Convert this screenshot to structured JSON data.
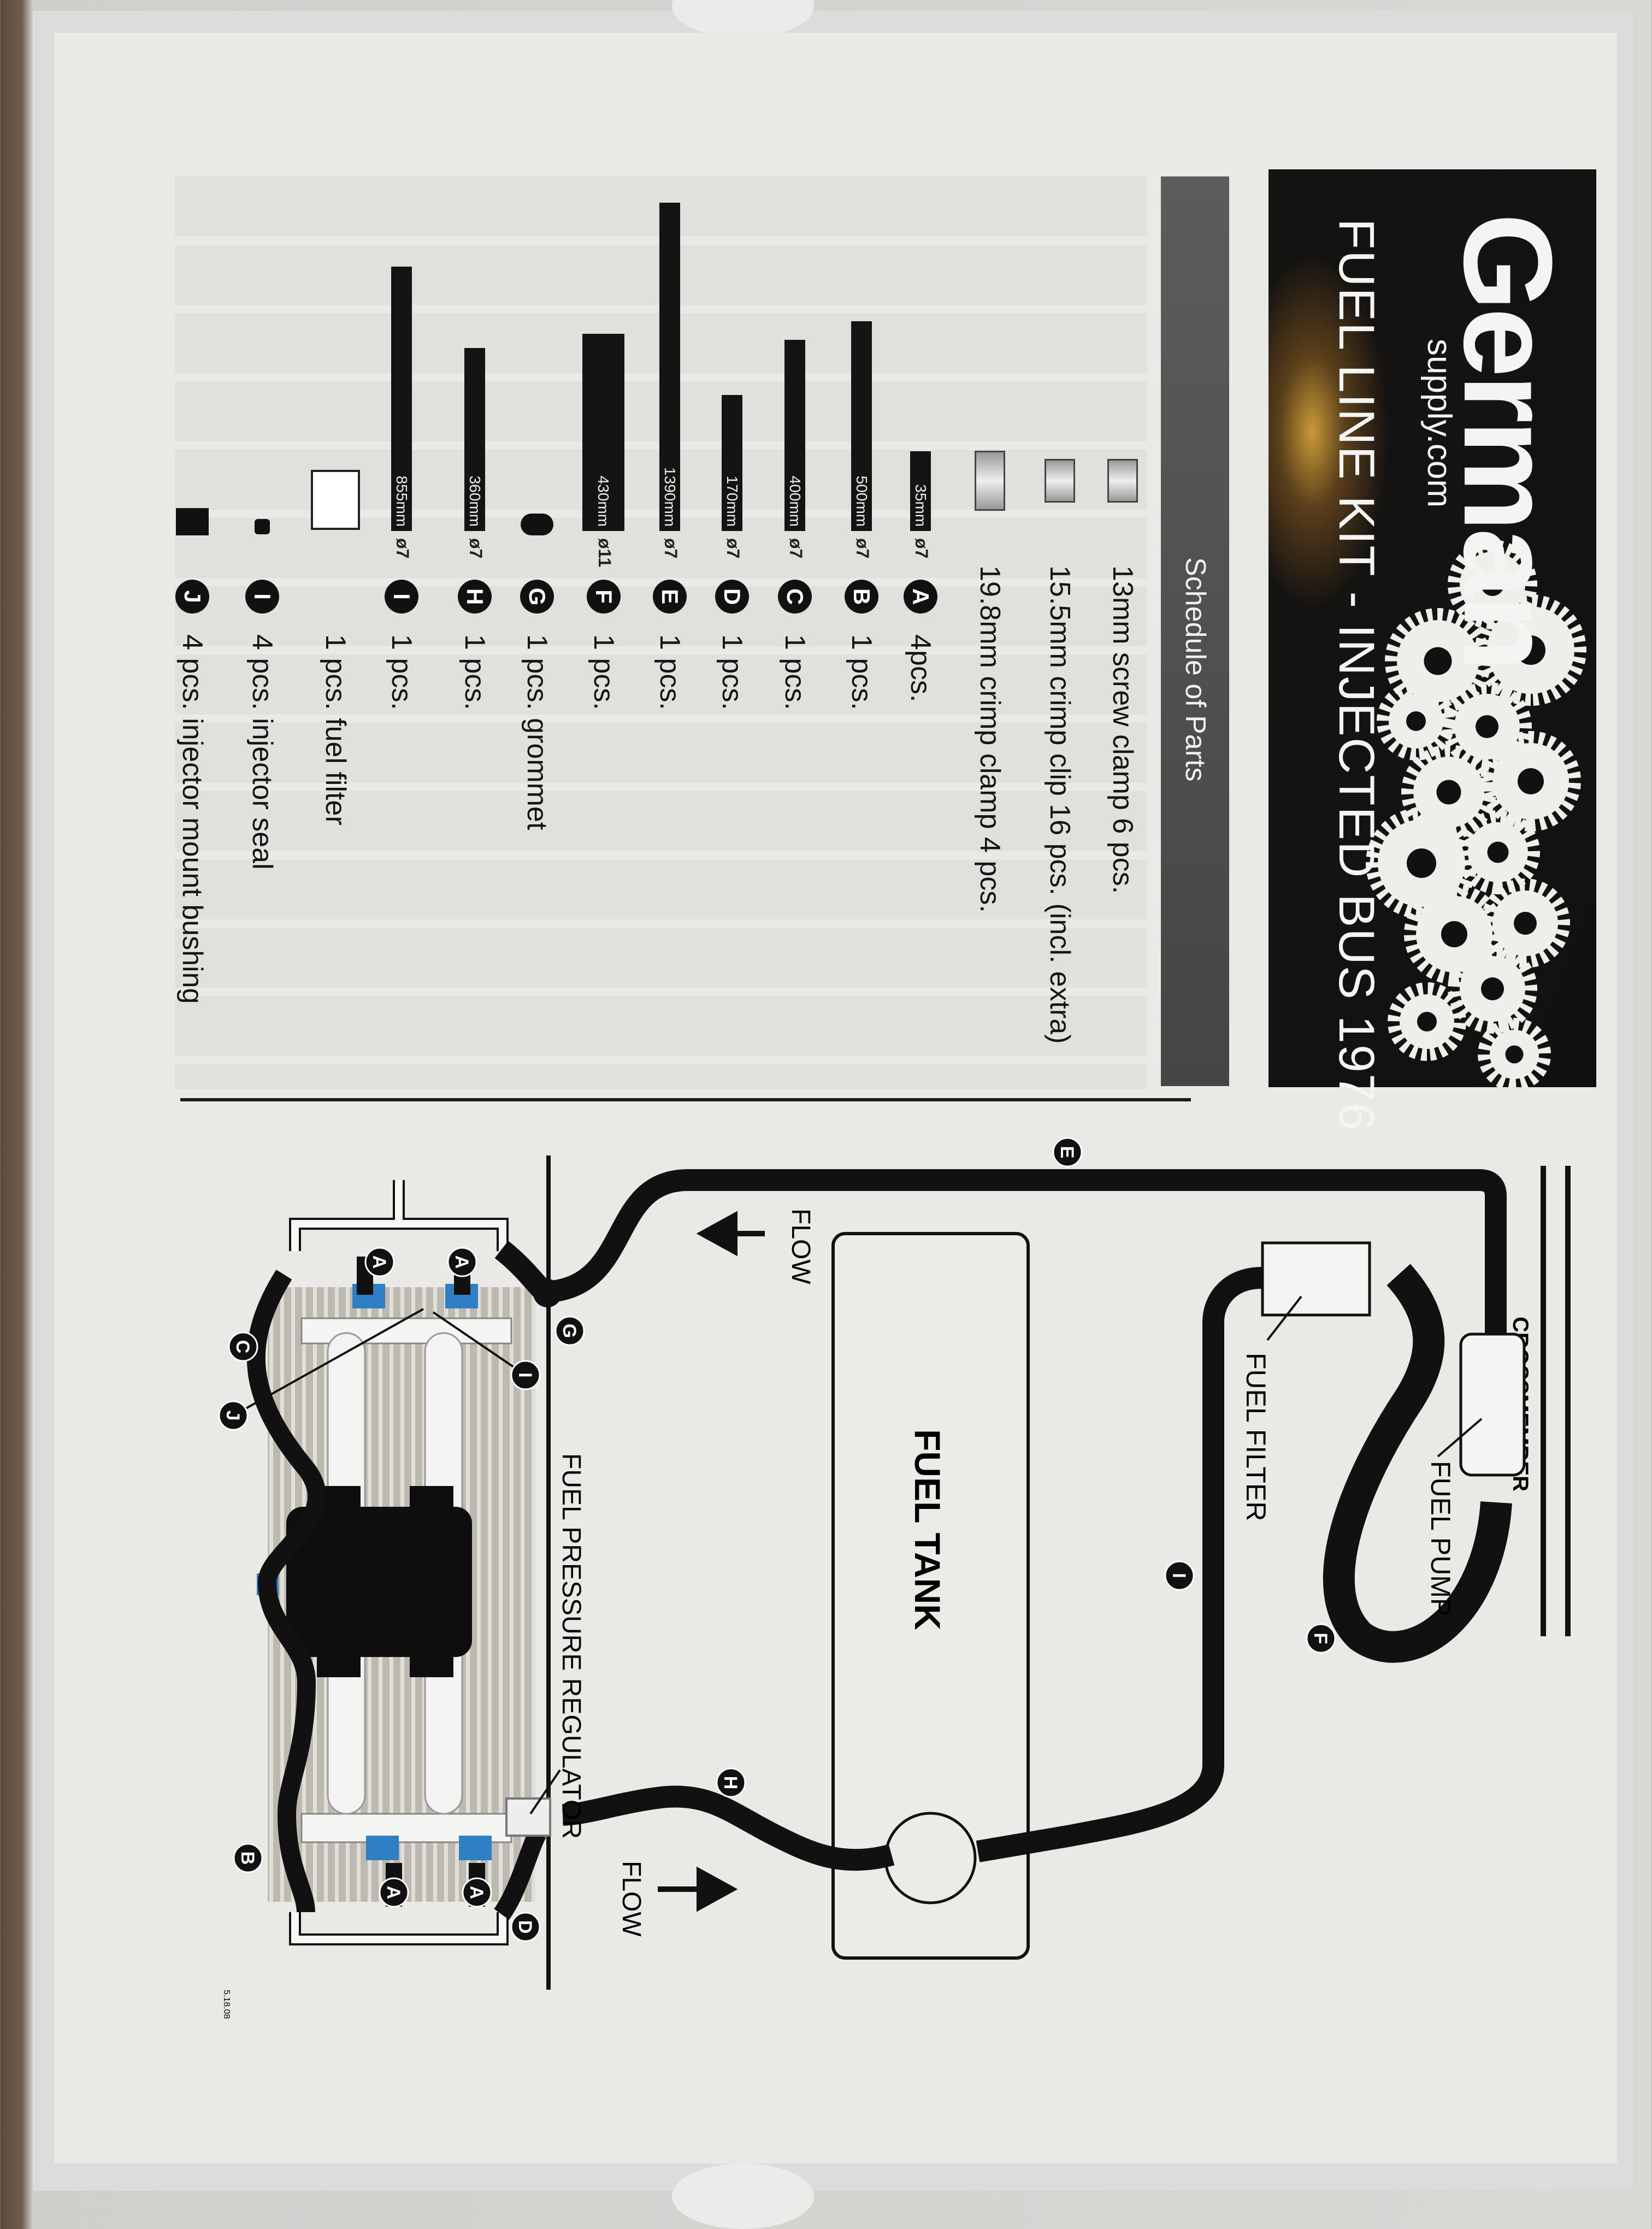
{
  "header": {
    "logo_word": "German",
    "logo_sub": "supply.com",
    "title": "FUEL LINE KIT - INJECTED BUS 1976"
  },
  "schedule": {
    "title": "Schedule of Parts",
    "rows": [
      {
        "kind": "clamp",
        "icon": "screw-clamp-icon",
        "text": "13mm screw clamp 6 pcs."
      },
      {
        "kind": "clamp",
        "icon": "crimp-clip-icon",
        "text": "15.5mm crimp clip 16 pcs. (incl. extra)"
      },
      {
        "kind": "clamp",
        "icon": "crimp-clamp-icon",
        "text": "19.8mm crimp clamp 4 pcs."
      },
      {
        "kind": "hose",
        "letter": "A",
        "length": "35mm",
        "length_mm": 35,
        "diameter": "ø7",
        "text": "4pcs."
      },
      {
        "kind": "hose",
        "letter": "B",
        "length": "500mm",
        "length_mm": 500,
        "diameter": "ø7",
        "text": "1 pcs."
      },
      {
        "kind": "hose",
        "letter": "C",
        "length": "400mm",
        "length_mm": 400,
        "diameter": "ø7",
        "text": "1 pcs."
      },
      {
        "kind": "hose",
        "letter": "D",
        "length": "170mm",
        "length_mm": 170,
        "diameter": "ø7",
        "text": "1 pcs."
      },
      {
        "kind": "hose",
        "letter": "E",
        "length": "1390mm",
        "length_mm": 1390,
        "diameter": "ø7",
        "text": "1 pcs."
      },
      {
        "kind": "hose",
        "letter": "F",
        "length": "430mm",
        "length_mm": 430,
        "diameter": "ø11",
        "text": "1 pcs."
      },
      {
        "kind": "part",
        "icon": "grommet-icon",
        "letter": "G",
        "text": "1 pcs. grommet"
      },
      {
        "kind": "hose",
        "letter": "H",
        "length": "360mm",
        "length_mm": 360,
        "diameter": "ø7",
        "text": "1 pcs."
      },
      {
        "kind": "hose",
        "letter": "I",
        "length": "855mm",
        "length_mm": 855,
        "diameter": "ø7",
        "text": "1 pcs."
      },
      {
        "kind": "part",
        "icon": "fuel-filter-icon",
        "text": "1 pcs. fuel filter"
      },
      {
        "kind": "part",
        "icon": "injector-seal-icon",
        "letter": "I",
        "text": "4 pcs. injector seal"
      },
      {
        "kind": "part",
        "icon": "mount-bushing-icon",
        "letter": "J",
        "text": "4 pcs. injector mount bushing"
      }
    ]
  },
  "diagram": {
    "crossmember": "CROSSMEMBER",
    "fuel_pump": "FUEL PUMP",
    "fuel_filter": "FUEL FILTER",
    "fuel_tank": "FUEL TANK",
    "flow_1": "FLOW",
    "flow_2": "FLOW",
    "regulator": "FUEL PRESSURE REGULATOR",
    "footer_code": "5.18.08",
    "callouts": {
      "E": "E",
      "F": "F",
      "I_hose": "I",
      "H": "H",
      "G": "G",
      "I_seal": "I",
      "C": "C",
      "J": "J",
      "B": "B",
      "D": "D",
      "A": "A"
    }
  },
  "colors": {
    "injector_blue": "#2f7fc4",
    "engine_gray": "#b9b5ad",
    "ink": "#141414"
  }
}
